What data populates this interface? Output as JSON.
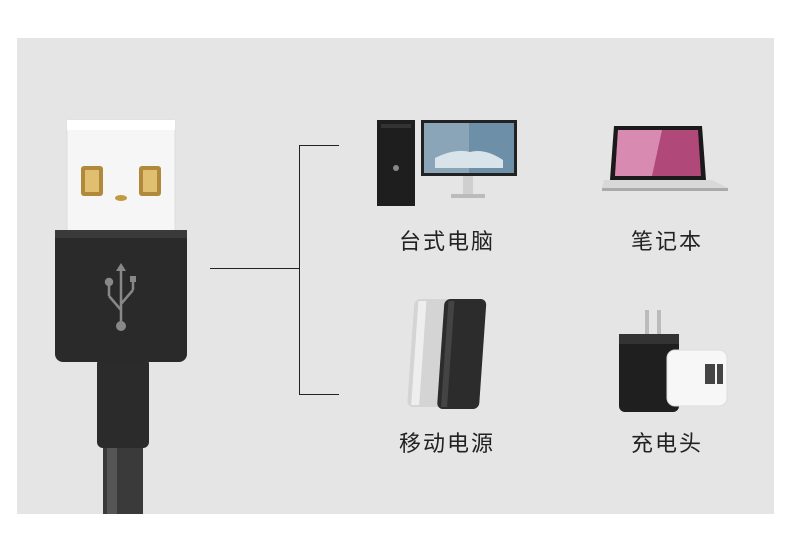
{
  "devices": [
    {
      "id": "desktop",
      "label": "台式电脑",
      "icon": "desktop-computer-icon"
    },
    {
      "id": "laptop",
      "label": "笔记本",
      "icon": "laptop-icon"
    },
    {
      "id": "powerbank",
      "label": "移动电源",
      "icon": "power-bank-icon"
    },
    {
      "id": "charger",
      "label": "充电头",
      "icon": "charger-icon"
    }
  ],
  "colors": {
    "background": "#e5e5e5",
    "connector_black": "#2a2a2a",
    "usb_white": "#f4f4f4",
    "pin_gold": "#c8a24a"
  }
}
